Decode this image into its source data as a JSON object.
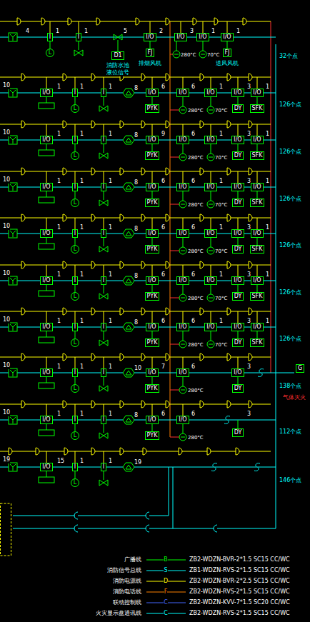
{
  "diagram": {
    "nodes": [
      {
        "text": [
          "I"
        ]
      },
      {
        "text": [
          "I"
        ]
      },
      {
        "text": [
          "I/O"
        ]
      },
      {
        "text": [
          "I/O"
        ]
      },
      {
        "text": [
          "I/O"
        ]
      },
      {
        "text": [
          "I/O"
        ]
      },
      {
        "text": [
          "L"
        ]
      },
      {
        "text": [
          "D1"
        ]
      },
      {
        "text": [
          "FJ"
        ]
      },
      {
        "text": [
          "FJ"
        ]
      },
      {
        "text": [
          "I/O"
        ]
      },
      {
        "text": [
          "I"
        ]
      },
      {
        "text": [
          "I"
        ]
      },
      {
        "text": [
          "I/O"
        ]
      },
      {
        "text": [
          "I/O"
        ]
      },
      {
        "text": [
          "I/O"
        ]
      },
      {
        "text": [
          "I/O"
        ]
      },
      {
        "text": [
          "I/O"
        ]
      },
      {
        "text": [
          "L"
        ]
      },
      {
        "text": [
          "PYK"
        ]
      },
      {
        "text": [
          "DY"
        ]
      },
      {
        "text": [
          "SFK"
        ]
      },
      {
        "text": [
          "I/O"
        ]
      },
      {
        "text": [
          "I"
        ]
      },
      {
        "text": [
          "I"
        ]
      },
      {
        "text": [
          "I/O"
        ]
      },
      {
        "text": [
          "I/O"
        ]
      },
      {
        "text": [
          "I/O"
        ]
      },
      {
        "text": [
          "I/O"
        ]
      },
      {
        "text": [
          "I/O"
        ]
      },
      {
        "text": [
          "L"
        ]
      },
      {
        "text": [
          "PYK"
        ]
      },
      {
        "text": [
          "DY"
        ]
      },
      {
        "text": [
          "SFK"
        ]
      },
      {
        "text": [
          "I/O"
        ]
      },
      {
        "text": [
          "I"
        ]
      },
      {
        "text": [
          "I"
        ]
      },
      {
        "text": [
          "I/O"
        ]
      },
      {
        "text": [
          "I/O"
        ]
      },
      {
        "text": [
          "I/O"
        ]
      },
      {
        "text": [
          "I/O"
        ]
      },
      {
        "text": [
          "I/O"
        ]
      },
      {
        "text": [
          "L"
        ]
      },
      {
        "text": [
          "PYK"
        ]
      },
      {
        "text": [
          "DY"
        ]
      },
      {
        "text": [
          "SFK"
        ]
      },
      {
        "text": [
          "I/O"
        ]
      },
      {
        "text": [
          "I"
        ]
      },
      {
        "text": [
          "I"
        ]
      },
      {
        "text": [
          "I/O"
        ]
      },
      {
        "text": [
          "I/O"
        ]
      },
      {
        "text": [
          "I/O"
        ]
      },
      {
        "text": [
          "I/O"
        ]
      },
      {
        "text": [
          "I/O"
        ]
      },
      {
        "text": [
          "L"
        ]
      },
      {
        "text": [
          "PYK"
        ]
      },
      {
        "text": [
          "DY"
        ]
      },
      {
        "text": [
          "SFK"
        ]
      },
      {
        "text": [
          "I/O"
        ]
      },
      {
        "text": [
          "I"
        ]
      },
      {
        "text": [
          "I"
        ]
      },
      {
        "text": [
          "I/O"
        ]
      },
      {
        "text": [
          "I/O"
        ]
      },
      {
        "text": [
          "I/O"
        ]
      },
      {
        "text": [
          "I/O"
        ]
      },
      {
        "text": [
          "I/O"
        ]
      },
      {
        "text": [
          "L"
        ]
      },
      {
        "text": [
          "PYK"
        ]
      },
      {
        "text": [
          "DY"
        ]
      },
      {
        "text": [
          "SFK"
        ]
      },
      {
        "text": [
          "I/O"
        ]
      },
      {
        "text": [
          "I"
        ]
      },
      {
        "text": [
          "I"
        ]
      },
      {
        "text": [
          "I/O"
        ]
      },
      {
        "text": [
          "I/O"
        ]
      },
      {
        "text": [
          "I/O"
        ]
      },
      {
        "text": [
          "I/O"
        ]
      },
      {
        "text": [
          "I/O"
        ]
      },
      {
        "text": [
          "L"
        ]
      },
      {
        "text": [
          "PYK"
        ]
      },
      {
        "text": [
          "DY"
        ]
      },
      {
        "text": [
          "SFK"
        ]
      },
      {
        "text": [
          "I/O"
        ]
      },
      {
        "text": [
          "I"
        ]
      },
      {
        "text": [
          "I"
        ]
      },
      {
        "text": [
          "I/O"
        ]
      },
      {
        "text": [
          "I/O"
        ]
      },
      {
        "text": [
          "I/O"
        ]
      },
      {
        "text": [
          "L"
        ]
      },
      {
        "text": [
          "PYK"
        ]
      },
      {
        "text": [
          "DY"
        ]
      },
      {
        "text": [
          "G"
        ]
      },
      {
        "text": [
          "I/O"
        ]
      },
      {
        "text": [
          "I"
        ]
      },
      {
        "text": [
          "I"
        ]
      },
      {
        "text": [
          "I/O"
        ]
      },
      {
        "text": [
          "I/O"
        ]
      },
      {
        "text": [
          "L"
        ]
      },
      {
        "text": [
          "PYK"
        ]
      },
      {
        "text": [
          "DY"
        ]
      },
      {
        "text": [
          "I/O"
        ]
      },
      {
        "text": [
          "I"
        ]
      },
      {
        "text": [
          "I"
        ]
      },
      {
        "text": [
          "L"
        ]
      }
    ],
    "edges": [
      {
        "from": 2,
        "to": 8,
        "arrow": "none"
      },
      {
        "from": 5,
        "to": 9,
        "arrow": "none"
      },
      {
        "from": 0,
        "to": 6,
        "arrow": "none"
      },
      {
        "from": 13,
        "to": 19,
        "arrow": "none"
      },
      {
        "from": 16,
        "to": 20,
        "arrow": "none"
      },
      {
        "from": 17,
        "to": 21,
        "arrow": "none"
      },
      {
        "from": 11,
        "to": 18,
        "arrow": "none"
      },
      {
        "from": 25,
        "to": 31,
        "arrow": "none"
      },
      {
        "from": 28,
        "to": 32,
        "arrow": "none"
      },
      {
        "from": 29,
        "to": 33,
        "arrow": "none"
      },
      {
        "from": 23,
        "to": 30,
        "arrow": "none"
      },
      {
        "from": 37,
        "to": 43,
        "arrow": "none"
      },
      {
        "from": 40,
        "to": 44,
        "arrow": "none"
      },
      {
        "from": 41,
        "to": 45,
        "arrow": "none"
      },
      {
        "from": 35,
        "to": 42,
        "arrow": "none"
      },
      {
        "from": 49,
        "to": 55,
        "arrow": "none"
      },
      {
        "from": 52,
        "to": 56,
        "arrow": "none"
      },
      {
        "from": 53,
        "to": 57,
        "arrow": "none"
      },
      {
        "from": 47,
        "to": 54,
        "arrow": "none"
      },
      {
        "from": 61,
        "to": 67,
        "arrow": "none"
      },
      {
        "from": 64,
        "to": 68,
        "arrow": "none"
      },
      {
        "from": 65,
        "to": 69,
        "arrow": "none"
      },
      {
        "from": 59,
        "to": 66,
        "arrow": "none"
      },
      {
        "from": 73,
        "to": 79,
        "arrow": "none"
      },
      {
        "from": 76,
        "to": 80,
        "arrow": "none"
      },
      {
        "from": 77,
        "to": 81,
        "arrow": "none"
      },
      {
        "from": 71,
        "to": 78,
        "arrow": "none"
      },
      {
        "from": 85,
        "to": 89,
        "arrow": "none"
      },
      {
        "from": 87,
        "to": 90,
        "arrow": "none"
      },
      {
        "from": 83,
        "to": 88,
        "arrow": "none"
      },
      {
        "from": 95,
        "to": 98,
        "arrow": "none"
      },
      {
        "from": 93,
        "to": 97,
        "arrow": "none"
      },
      {
        "from": 101,
        "to": 103,
        "arrow": "none"
      }
    ],
    "labels": [
      "4",
      "1",
      "1",
      "5",
      "2",
      "3",
      "1",
      "1",
      "280°C",
      "70°C",
      "消防水池",
      "液位信号",
      "排烟风机",
      "送风风机",
      "32个点",
      "10",
      "1",
      "1",
      "1",
      "8",
      "6",
      "6",
      "1",
      "3",
      "1",
      "280°C",
      "70°C",
      "126个点",
      "10",
      "1",
      "1",
      "1",
      "8",
      "9",
      "6",
      "1",
      "3",
      "1",
      "280°C",
      "70°C",
      "126个点",
      "10",
      "1",
      "1",
      "1",
      "8",
      "6",
      "6",
      "1",
      "3",
      "1",
      "280°C",
      "70°C",
      "126个点",
      "10",
      "1",
      "1",
      "1",
      "8",
      "6",
      "6",
      "1",
      "3",
      "1",
      "280°C",
      "70°C",
      "126个点",
      "10",
      "1",
      "1",
      "1",
      "8",
      "6",
      "6",
      "1",
      "3",
      "1",
      "280°C",
      "70°C",
      "126个点",
      "10",
      "1",
      "1",
      "1",
      "8",
      "6",
      "6",
      "1",
      "3",
      "1",
      "280°C",
      "70°C",
      "126个点",
      "10",
      "1",
      "1",
      "1",
      "10",
      "7",
      "6",
      "3",
      "280°C",
      "138个点",
      "气体灭火",
      "10",
      "1",
      "1",
      "1",
      "8",
      "6",
      "6",
      "3",
      "280°C",
      "112个点",
      "19",
      "15",
      "1",
      "1",
      "19",
      "146个点",
      "B",
      "S",
      "D",
      "F",
      "C",
      "C",
      "ZB2-WDZN-BVR-2*1.5 SC15 CC/WC",
      "ZB1-WDZN-RVS-2*1.5 SC15 CC/WC",
      "ZB2-WDZN-BVR-2*2.5 SC15 CC/WC",
      "ZB2-WDZN-RVS-2*1.5 SC15 CC/WC",
      "ZB2-WDZN-KVV-7*1.5 SC20 CC/WC",
      "ZB2-WDZN-RVS-2*1.5 SC15 CC/WC"
    ],
    "legend": [
      {
        "text": "广播线"
      },
      {
        "text": "消防信号总线"
      },
      {
        "text": "消防电源线"
      },
      {
        "text": "消防电话线"
      },
      {
        "text": "联动控制线"
      },
      {
        "text": "火灾显示盘通讯线"
      }
    ]
  }
}
